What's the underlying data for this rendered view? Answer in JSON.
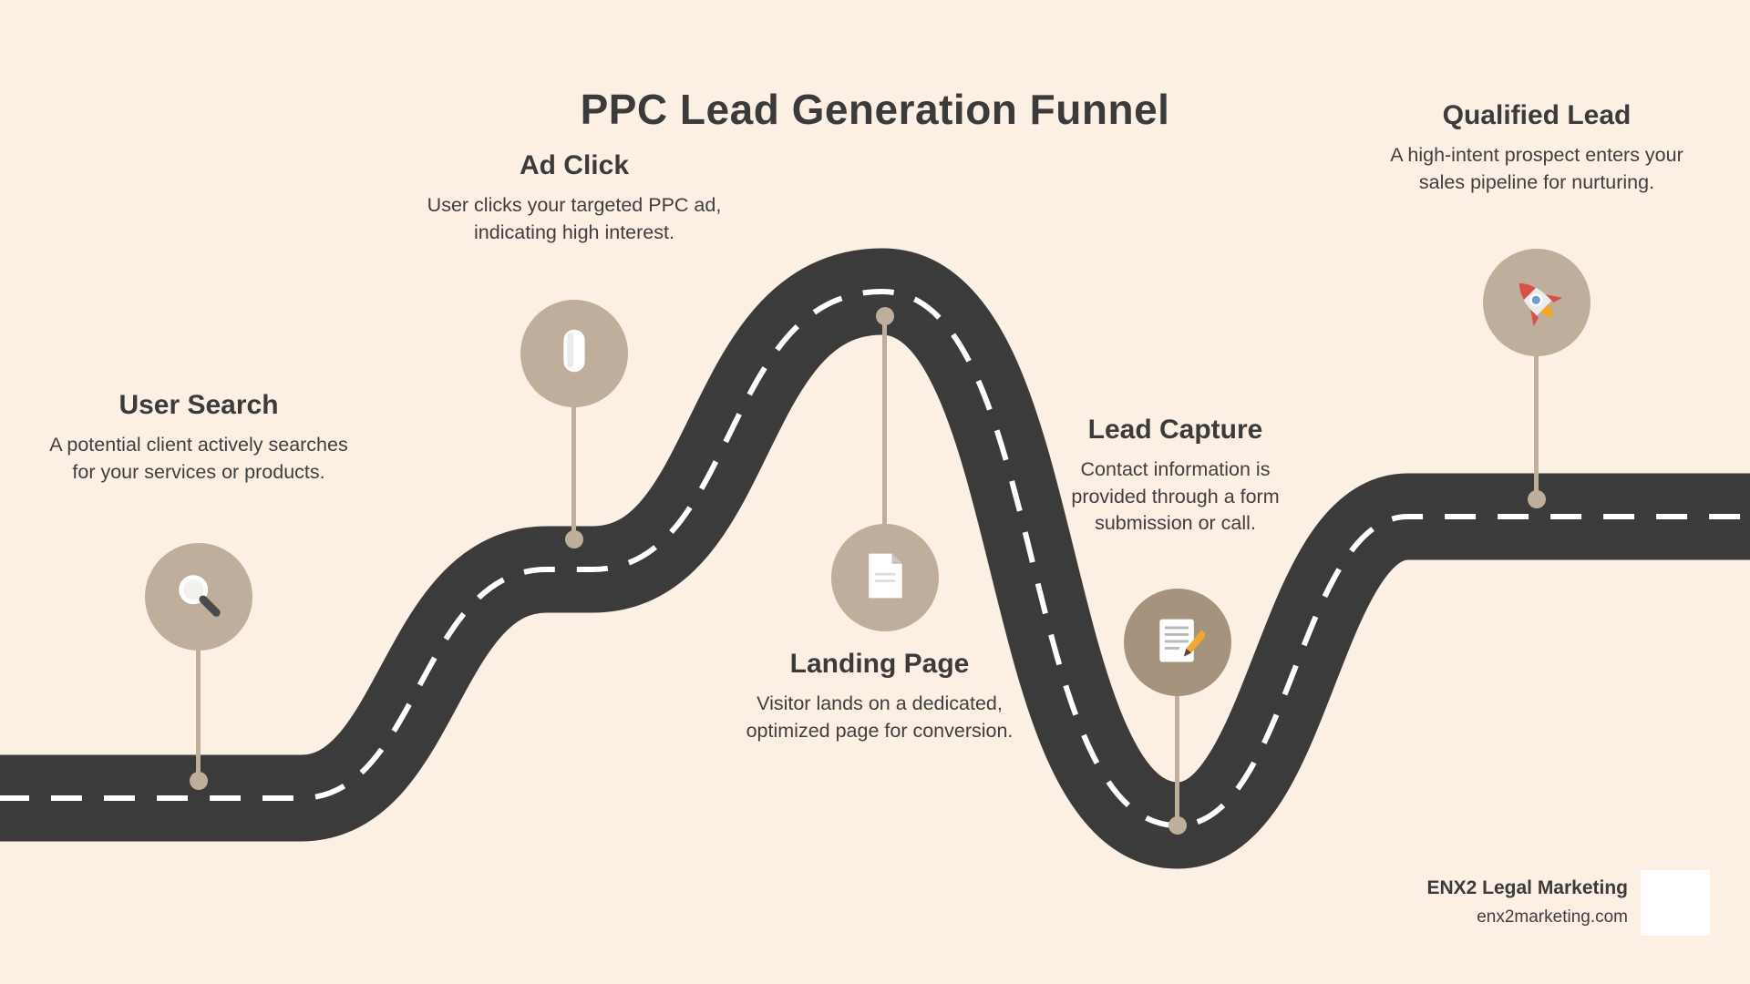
{
  "page": {
    "title": "PPC Lead Generation Funnel"
  },
  "steps": [
    {
      "title": "User Search",
      "description": "A potential client actively searches for your services or products.",
      "icon": "search-icon"
    },
    {
      "title": "Ad Click",
      "description": "User clicks your targeted PPC ad, indicating high interest.",
      "icon": "mouse-icon"
    },
    {
      "title": "Landing Page",
      "description": "Visitor lands on a dedicated, optimized page for conversion.",
      "icon": "document-icon"
    },
    {
      "title": "Lead Capture",
      "description": "Contact information is provided through a form submission or call.",
      "icon": "form-pencil-icon"
    },
    {
      "title": "Qualified Lead",
      "description": "A high-intent prospect enters your sales pipeline for nurturing.",
      "icon": "rocket-icon"
    }
  ],
  "footer": {
    "brand": "ENX2 Legal Marketing",
    "website": "enx2marketing.com"
  },
  "colors": {
    "background": "#fcefe3",
    "road": "#3b3b3b",
    "road_dash": "#ffffff",
    "badge": "#bfae9b",
    "badge_dark": "#a5937e",
    "text": "#3b3b3b"
  }
}
